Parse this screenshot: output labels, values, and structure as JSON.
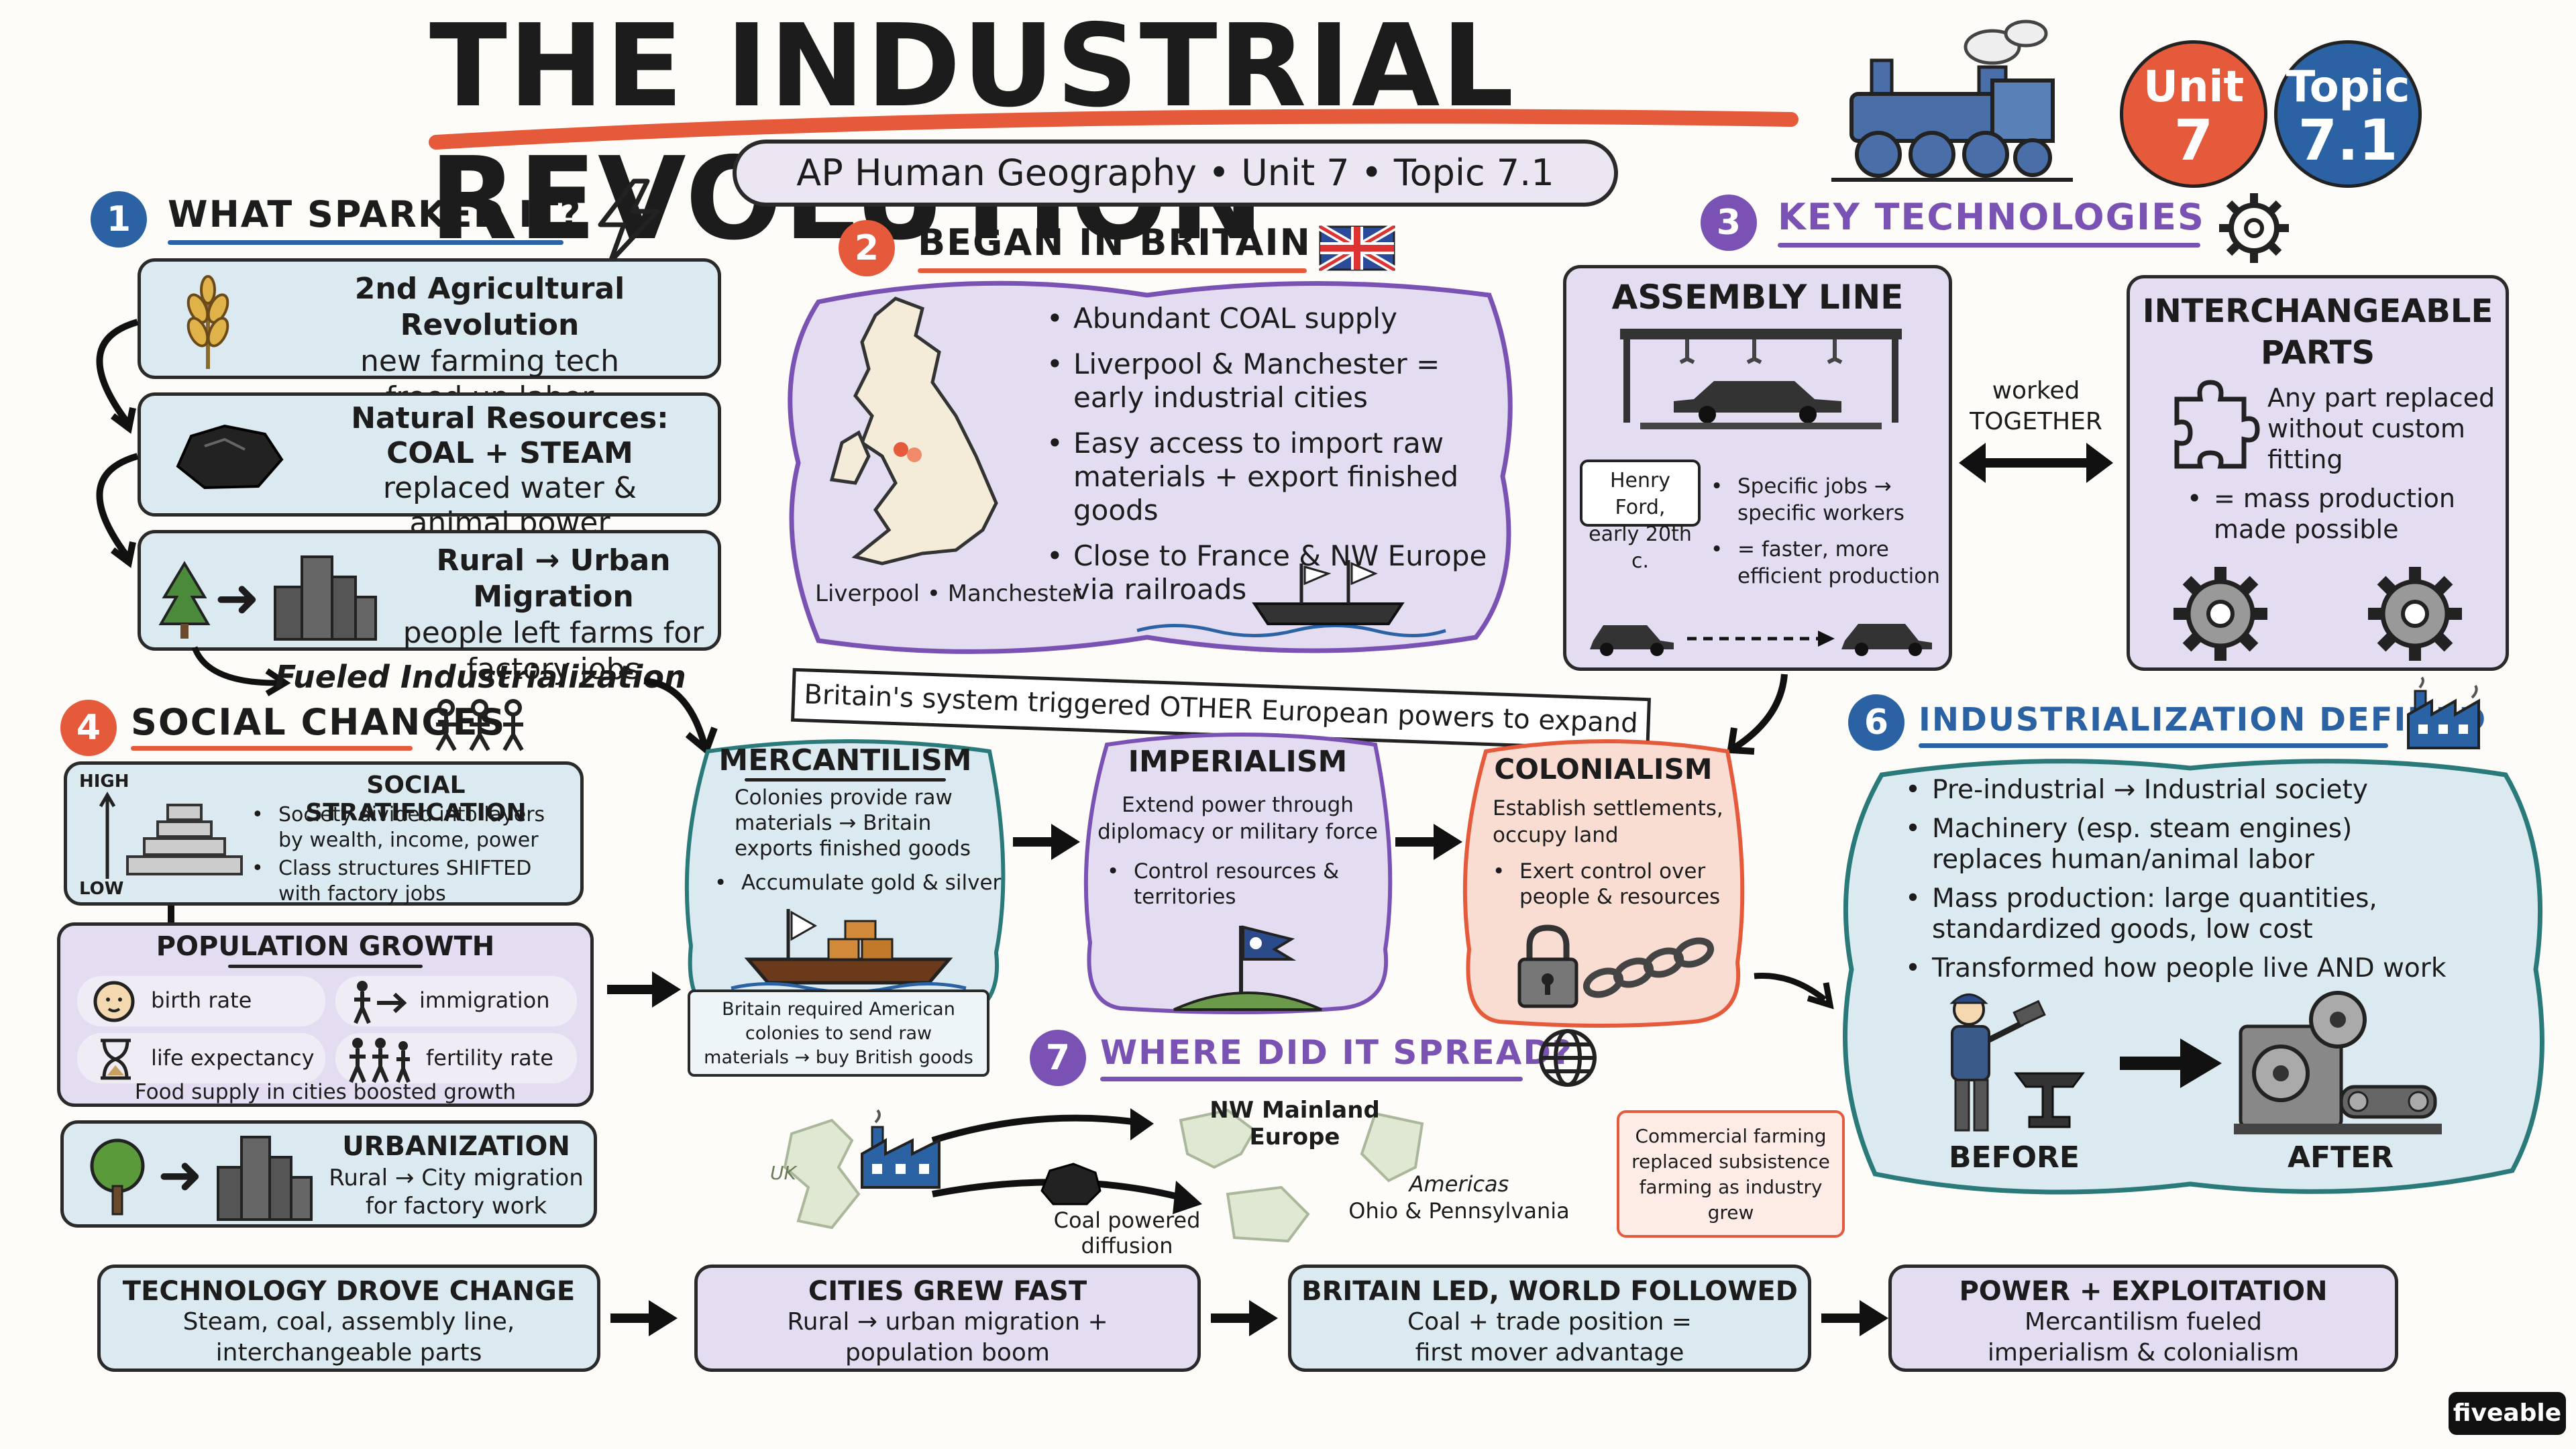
{
  "header": {
    "title": "THE INDUSTRIAL REVOLUTION",
    "subtitle": "AP Human Geography • Unit 7 • Topic 7.1",
    "unit_badge": {
      "line1": "Unit",
      "line2": "7"
    },
    "topic_badge": {
      "line1": "Topic",
      "line2": "7.1"
    }
  },
  "colors": {
    "blue_accent": "#2a62a4",
    "red_accent": "#e65a3c",
    "purple_accent": "#7a52b4",
    "blue_fill": "#dbeaf0",
    "purple_fill": "#e4dcf0",
    "red_fill": "#f9ddd3"
  },
  "section1": {
    "num": "1",
    "title": "WHAT SPARKED IT?",
    "icon": "lightning-icon",
    "agri": {
      "title": "2nd Agricultural Revolution",
      "l1": "new farming tech",
      "l2": "freed up labor"
    },
    "resources": {
      "title": "Natural Resources:",
      "l1": "COAL + STEAM",
      "l2": "replaced water &",
      "l3": "animal power"
    },
    "migration": {
      "title": "Rural → Urban Migration",
      "l1": "people left farms for",
      "l2": "factory jobs"
    },
    "fueled": "Fueled Industrialization"
  },
  "section2": {
    "num": "2",
    "title": "BEGAN IN BRITAIN",
    "bullets": [
      {
        "l1": "Abundant COAL supply"
      },
      {
        "l1": "Liverpool & Manchester =",
        "l2": "early industrial cities"
      },
      {
        "l1": "Easy access to import raw",
        "l2": "materials + export finished goods"
      },
      {
        "l1": "Close to France & NW Europe",
        "l2": "via railroads"
      }
    ],
    "map_label": "Liverpool • Manchester"
  },
  "section3": {
    "num": "3",
    "title": "KEY TECHNOLOGIES",
    "assembly": {
      "title": "ASSEMBLY LINE",
      "ford_l1": "Henry Ford,",
      "ford_l2": "early 20th c.",
      "b1_l1": "Specific jobs →",
      "b1_l2": "specific workers",
      "b2_l1": "= faster, more",
      "b2_l2": "efficient production"
    },
    "worked": {
      "l1": "worked",
      "l2": "TOGETHER"
    },
    "parts": {
      "title_l1": "INTERCHANGEABLE",
      "title_l2": "PARTS",
      "d1": "Any part replaced",
      "d2": "without custom",
      "d3": "fitting",
      "b1_l1": "= mass production",
      "b1_l2": "made possible"
    }
  },
  "banner": "Britain's system triggered OTHER European powers to expand",
  "section4": {
    "num": "4",
    "title": "SOCIAL CHANGES",
    "strat": {
      "title": "SOCIAL STRATIFICATION",
      "high": "HIGH",
      "low": "LOW",
      "b1_l1": "Society divided into layers",
      "b1_l2": "by wealth, income, power",
      "b2_l1": "Class structures SHIFTED",
      "b2_l2": "with factory jobs"
    },
    "pop": {
      "title": "POPULATION GROWTH",
      "birth": "birth rate",
      "immigration": "immigration",
      "life": "life expectancy",
      "fertility": "fertility rate",
      "footer": "Food supply in cities boosted growth"
    },
    "urban": {
      "title": "URBANIZATION",
      "l1": "Rural → City migration",
      "l2": "for factory work"
    }
  },
  "mercantilism": {
    "title": "MERCANTILISM",
    "l1": "Colonies provide raw",
    "l2": "materials → Britain",
    "l3": "exports finished goods",
    "b1": "Accumulate gold & silver",
    "note_l1": "Britain required American",
    "note_l2": "colonies to send raw",
    "note_l3": "materials → buy British goods"
  },
  "imperialism": {
    "title": "IMPERIALISM",
    "l1": "Extend power through",
    "l2": "diplomacy or military force",
    "b1_l1": "Control resources &",
    "b1_l2": "territories"
  },
  "colonialism": {
    "title": "COLONIALISM",
    "l1": "Establish settlements,",
    "l2": "occupy land",
    "b1_l1": "Exert control over",
    "b1_l2": "people & resources"
  },
  "section6": {
    "num": "6",
    "title": "INDUSTRIALIZATION DEFINED",
    "bullets": [
      {
        "l1": "Pre-industrial → Industrial society"
      },
      {
        "l1": "Machinery (esp. steam engines)",
        "l2": "replaces human/animal labor"
      },
      {
        "l1": "Mass production: large quantities,",
        "l2": "standardized goods, low cost"
      },
      {
        "l1": "Transformed how people live AND work"
      }
    ],
    "before": "BEFORE",
    "after": "AFTER"
  },
  "section7": {
    "num": "7",
    "title": "WHERE DID IT SPREAD?",
    "uk": "UK",
    "nw_l1": "NW Mainland",
    "nw_l2": "Europe",
    "am_l1": "Americas",
    "am_l2": "Ohio & Pennsylvania",
    "coal_l1": "Coal powered",
    "coal_l2": "diffusion",
    "farming": {
      "l1": "Commercial farming",
      "l2": "replaced subsistence",
      "l3": "farming as industry",
      "l4": "grew"
    }
  },
  "summary": [
    {
      "title": "TECHNOLOGY DROVE CHANGE",
      "l1": "Steam, coal, assembly line,",
      "l2": "interchangeable parts"
    },
    {
      "title": "CITIES GREW FAST",
      "l1": "Rural → urban migration +",
      "l2": "population boom"
    },
    {
      "title": "BRITAIN LED, WORLD FOLLOWED",
      "l1": "Coal + trade position =",
      "l2": "first mover advantage"
    },
    {
      "title": "POWER + EXPLOITATION",
      "l1": "Mercantilism fueled",
      "l2": "imperialism & colonialism"
    }
  ],
  "brand": "fiveable"
}
